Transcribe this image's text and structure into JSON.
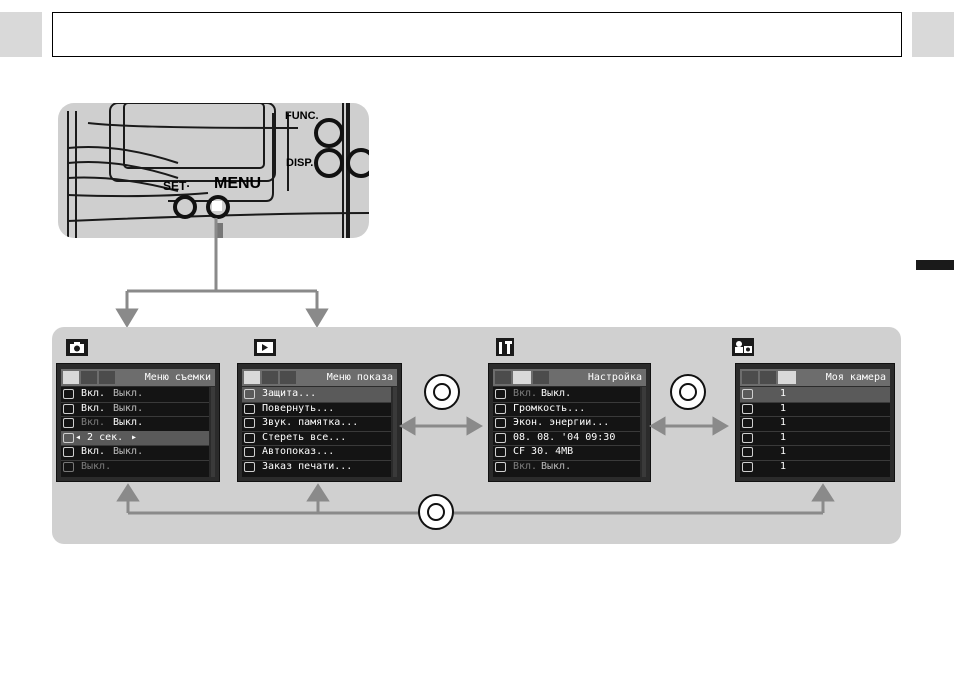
{
  "camera": {
    "func_label": "FUNC.",
    "disp_label": "DISP.",
    "set_label": "SET·",
    "menu_label": "MENU"
  },
  "menus": [
    {
      "icon": "camera-icon",
      "title": "Меню съемки",
      "rows": [
        {
          "icon": "eye-icon",
          "v1": "Вкл.",
          "v2": "Выкл."
        },
        {
          "icon": "af-icon",
          "v1": "Вкл.",
          "v2": "Выкл."
        },
        {
          "icon": "review-icon",
          "v1": "Вкл.",
          "v2": "Выкл."
        },
        {
          "icon": "frame-icon",
          "v1": "◂ 2 сек.",
          "v2": "▸"
        },
        {
          "icon": "stitch-icon",
          "v1": "Вкл.",
          "v2": "Выкл."
        },
        {
          "icon": "rotate-icon",
          "v1": "Выкл.",
          "v2": ""
        }
      ]
    },
    {
      "icon": "play-icon",
      "title": "Меню показа",
      "rows": [
        {
          "icon": "key-icon",
          "v1": "Защита...",
          "v2": ""
        },
        {
          "icon": "rotate-icon",
          "v1": "Повернуть...",
          "v2": ""
        },
        {
          "icon": "mic-icon",
          "v1": "Звук. памятка...",
          "v2": ""
        },
        {
          "icon": "trash-icon",
          "v1": "Стереть все...",
          "v2": ""
        },
        {
          "icon": "slideshow-icon",
          "v1": "Автопоказ...",
          "v2": ""
        },
        {
          "icon": "print-icon",
          "v1": "Заказ печати...",
          "v2": ""
        }
      ]
    },
    {
      "icon": "tools-icon",
      "title": "Настройка",
      "rows": [
        {
          "icon": "mute-icon",
          "v1": "Вкл.",
          "v2": "Выкл."
        },
        {
          "icon": "volume-icon",
          "v1": "Громкость...",
          "v2": ""
        },
        {
          "icon": "power-icon",
          "v1": "Экон. энергии...",
          "v2": ""
        },
        {
          "icon": "clock-icon",
          "v1": "08. 08. '04 09:30",
          "v2": ""
        },
        {
          "icon": "format-icon",
          "v1": "CF 30. 4MB",
          "v2": ""
        },
        {
          "icon": "file-no-icon",
          "v1": "Вкл.",
          "v2": "Выкл."
        }
      ]
    },
    {
      "icon": "my-camera-icon",
      "title": "Моя камера",
      "rows": [
        {
          "icon": "theme-icon",
          "v1": "1",
          "v2": ""
        },
        {
          "icon": "start-image-icon",
          "v1": "1",
          "v2": ""
        },
        {
          "icon": "start-sound-icon",
          "v1": "1",
          "v2": ""
        },
        {
          "icon": "operation-sound-icon",
          "v1": "1",
          "v2": ""
        },
        {
          "icon": "selftimer-sound-icon",
          "v1": "1",
          "v2": ""
        },
        {
          "icon": "shutter-sound-icon",
          "v1": "1",
          "v2": ""
        }
      ]
    }
  ]
}
